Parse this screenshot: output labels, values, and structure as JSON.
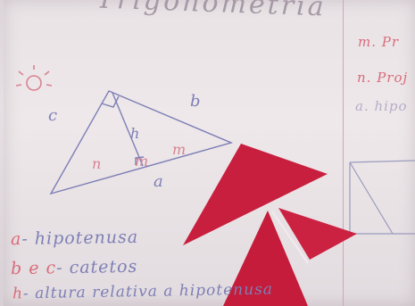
{
  "title": "Trigonometria",
  "triangle_labels": {
    "side_c": "c",
    "side_b": "b",
    "side_a": "a",
    "height": "h",
    "segment_n": "n",
    "segment_m": "m",
    "segment_m2": "m"
  },
  "definitions": [
    {
      "prefix": "a",
      "text": "- hipotenusa"
    },
    {
      "prefix": "b e c",
      "text": "- catetos"
    },
    {
      "prefix": "h",
      "text": "- altura relativa a hipotenusa"
    }
  ],
  "right_margin": [
    "m. Pr",
    "n. Proj",
    "a. hipo"
  ],
  "colors": {
    "pen_blue": "#7d7fb6",
    "pen_red": "#d86c7b",
    "paper_red": "#c81f3e"
  },
  "icons": [
    "sun-doodle-icon"
  ]
}
